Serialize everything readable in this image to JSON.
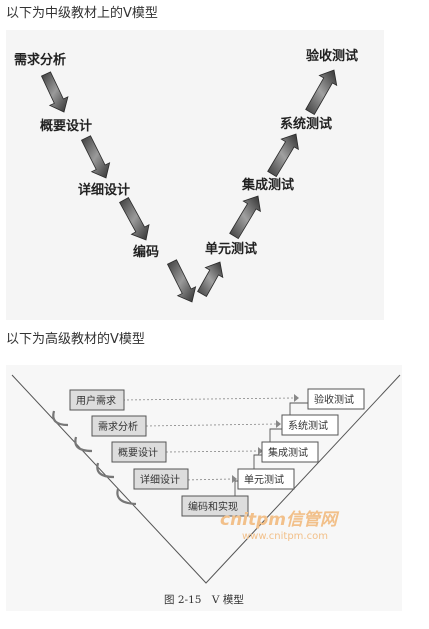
{
  "captions": {
    "intermediate": "以下为中级教材上的V模型",
    "advanced": "以下为高级教材的V模型"
  },
  "diagram_intermediate": {
    "left_stages": [
      "需求分析",
      "概要设计",
      "详细设计",
      "编码"
    ],
    "right_stages": [
      "单元测试",
      "集成测试",
      "系统测试",
      "验收测试"
    ]
  },
  "diagram_advanced": {
    "dev_stages": [
      "用户需求",
      "需求分析",
      "概要设计",
      "详细设计",
      "编码和实现"
    ],
    "test_stages": [
      "验收测试",
      "系统测试",
      "集成测试",
      "单元测试"
    ],
    "caption": "图 2-15　V 模型",
    "watermark": "cnitpm信管网",
    "watermark_url": "www.cnitpm.com"
  },
  "colors": {
    "arrow_dark": "#3a3a3a",
    "arrow_light": "#b8b8b8",
    "panel_bg": "#f5f5f5",
    "watermark": "#f2c08a"
  }
}
